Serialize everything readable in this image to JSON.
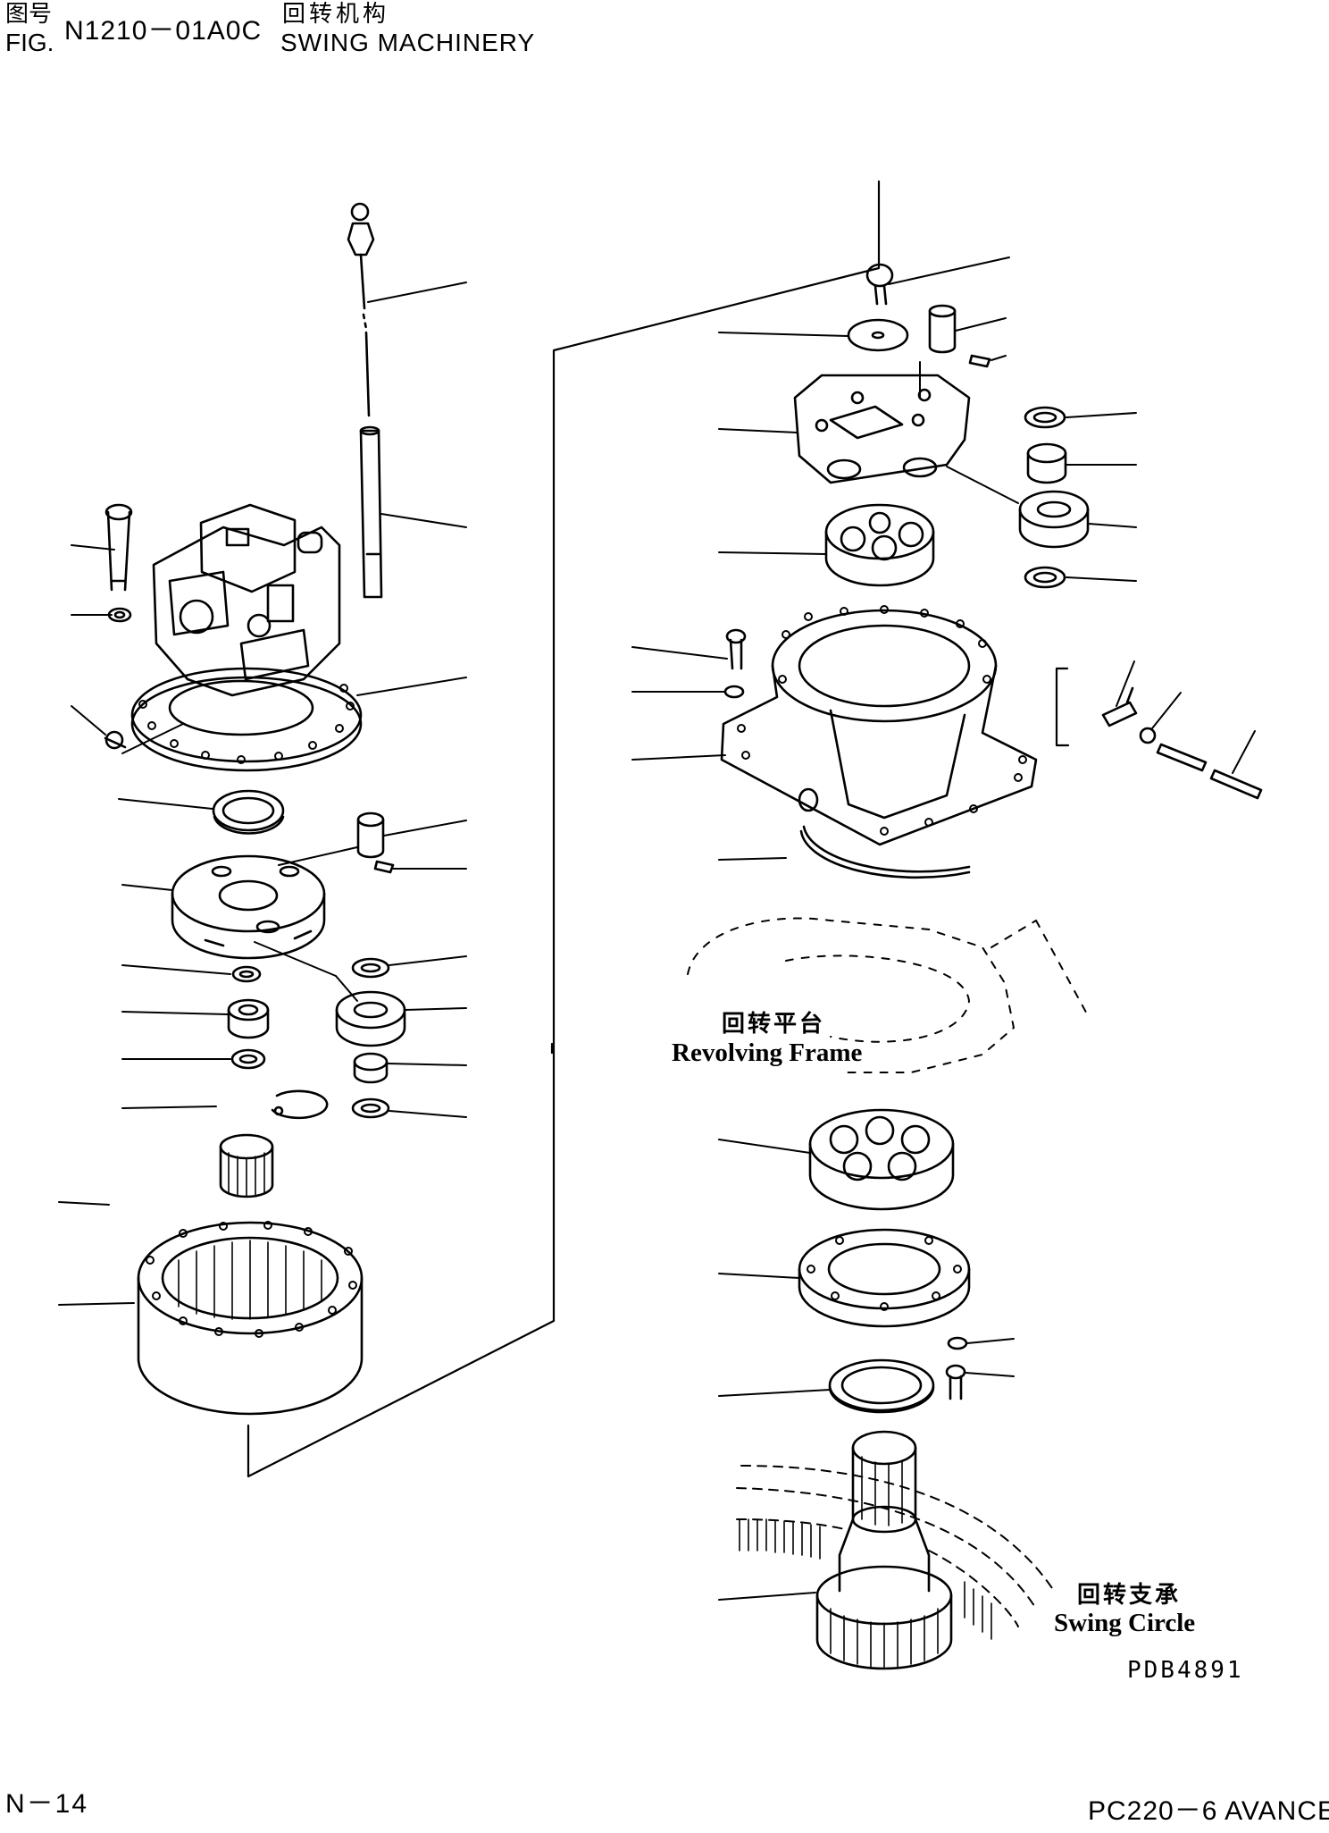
{
  "header": {
    "fig_label_cn": "图号",
    "fig_label": "FIG.",
    "fig_number": "N1210－01A0C",
    "title_cn": "回转机构",
    "title_en": "SWING MACHINERY"
  },
  "callouts": {
    "revolving_frame_cn": "回转平台",
    "revolving_frame_en": "Revolving Frame",
    "swing_circle_cn": "回转支承",
    "swing_circle_en": "Swing Circle"
  },
  "footer": {
    "drawing_number": "PDB4891",
    "page_number": "N－14",
    "model": "PC220－6 AVANCE"
  },
  "colors": {
    "ink": "#000000",
    "paper": "#ffffff"
  }
}
